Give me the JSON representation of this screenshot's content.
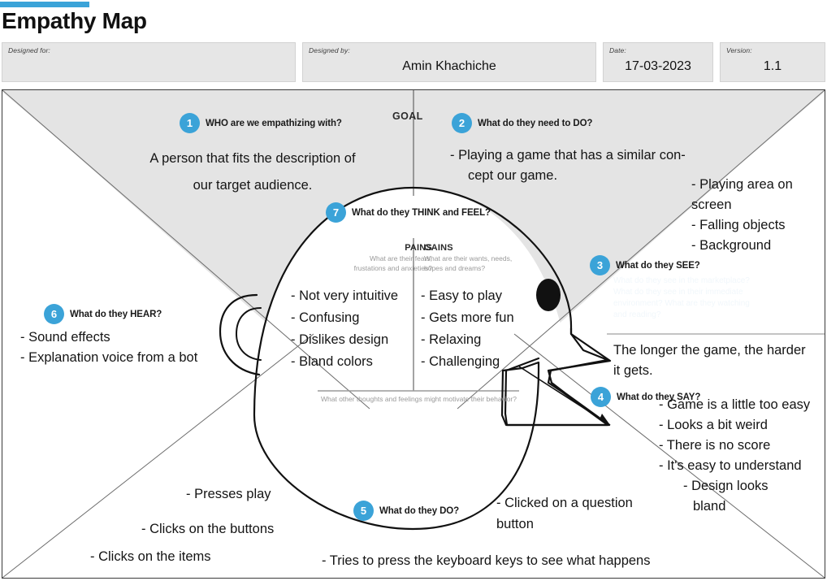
{
  "header": {
    "title": "Empathy Map",
    "accent_color": "#3ba3d8",
    "fields": [
      {
        "label": "Designed for:",
        "value": ""
      },
      {
        "label": "Designed by:",
        "value": "Amin Khachiche"
      },
      {
        "label": "Date:",
        "value": "17-03-2023"
      },
      {
        "label": "Version:",
        "value": "1.1"
      }
    ]
  },
  "map": {
    "goal_label": "GOAL",
    "sections": {
      "who": {
        "number": "1",
        "label": "WHO are we empathizing with?",
        "notes": "A person that fits the description of\nour target audience."
      },
      "do_need": {
        "number": "2",
        "label": "What do they need to DO?",
        "notes": "- Playing a game that has a similar con-\n   cept our game."
      },
      "see": {
        "number": "3",
        "label": "What do they SEE?",
        "notes_above": "- Playing area on\nscreen\n- Falling objects\n- Background",
        "notes_below": "The longer the game, the harder\nit gets.",
        "ghost_placeholder": "What do they see in the marketplace?\nWhat do they see in their immediate\nenvironment?  What are they watching\nand reading?"
      },
      "say": {
        "number": "4",
        "label": "What do they SAY?",
        "notes": "- Game is a little too easy\n- Looks a bit weird\n- There is no score\n- It's easy to understand\n     - Design looks\n       bland"
      },
      "do": {
        "number": "5",
        "label": "What do they DO?",
        "notes_left": "- Presses play\n\n  - Clicks on the buttons\n\n- Clicks on the items",
        "notes_right": "- Clicked on a question\nbutton",
        "notes_bottom": "- Tries to press the keyboard keys to see what happens"
      },
      "hear": {
        "number": "6",
        "label": "What do they HEAR?",
        "notes": "- Sound effects\n- Explanation voice from a bot"
      },
      "think_feel": {
        "number": "7",
        "label": "What do they THINK and FEEL?",
        "pains": {
          "heading": "PAINS",
          "subtitle": "What are their fears,\nfrustations and anxieties?",
          "items": [
            "- Not very intuitive",
            "- Confusing",
            "- Dislikes design",
            "- Bland colors"
          ]
        },
        "gains": {
          "heading": "GAINS",
          "subtitle": "What are their wants, needs,\nhopes and dreams?",
          "items": [
            "- Easy to play",
            "- Gets more fun",
            "- Relaxing",
            "- Challenging"
          ]
        },
        "footer_note": "What other thoughts and feelings might motivate their behavior?"
      }
    }
  },
  "colors": {
    "accent": "#3ba3d8",
    "panel_gray": "#e6e6e6",
    "quadrant_gray": "#e4e4e4",
    "outline": "#1a1a1a"
  },
  "text": {
    "who_line1": "A person that fits the description of",
    "who_line2": "our target audience.",
    "do_need_line1": "- Playing a game that has a similar con-",
    "do_need_line2": "cept our game.",
    "see_l1": "- Playing area on",
    "see_l2": "screen",
    "see_l3": "- Falling objects",
    "see_l4": "- Background",
    "see_below_l1": "The longer the game, the harder",
    "see_below_l2": "it gets.",
    "say_l1": "- Game is a little too easy",
    "say_l2": "- Looks a bit weird",
    "say_l3": "- There is no score",
    "say_l4": "- It's easy to understand",
    "say_l5": "- Design looks",
    "say_l6": "bland",
    "hear_l1": "- Sound effects",
    "hear_l2": "- Explanation voice from a bot",
    "do_l1": "- Presses play",
    "do_l2": "- Clicks on the buttons",
    "do_l3": "- Clicks on the items",
    "do_r1": "- Clicked on a question",
    "do_r2": "button",
    "do_b1": "- Tries to press the keyboard keys to see what happens",
    "ghost_1": "What do they see in the marketplace?",
    "ghost_2": "What do they see in their immediate",
    "ghost_3": "environment?  What are they watching",
    "ghost_4": "and reading?"
  }
}
